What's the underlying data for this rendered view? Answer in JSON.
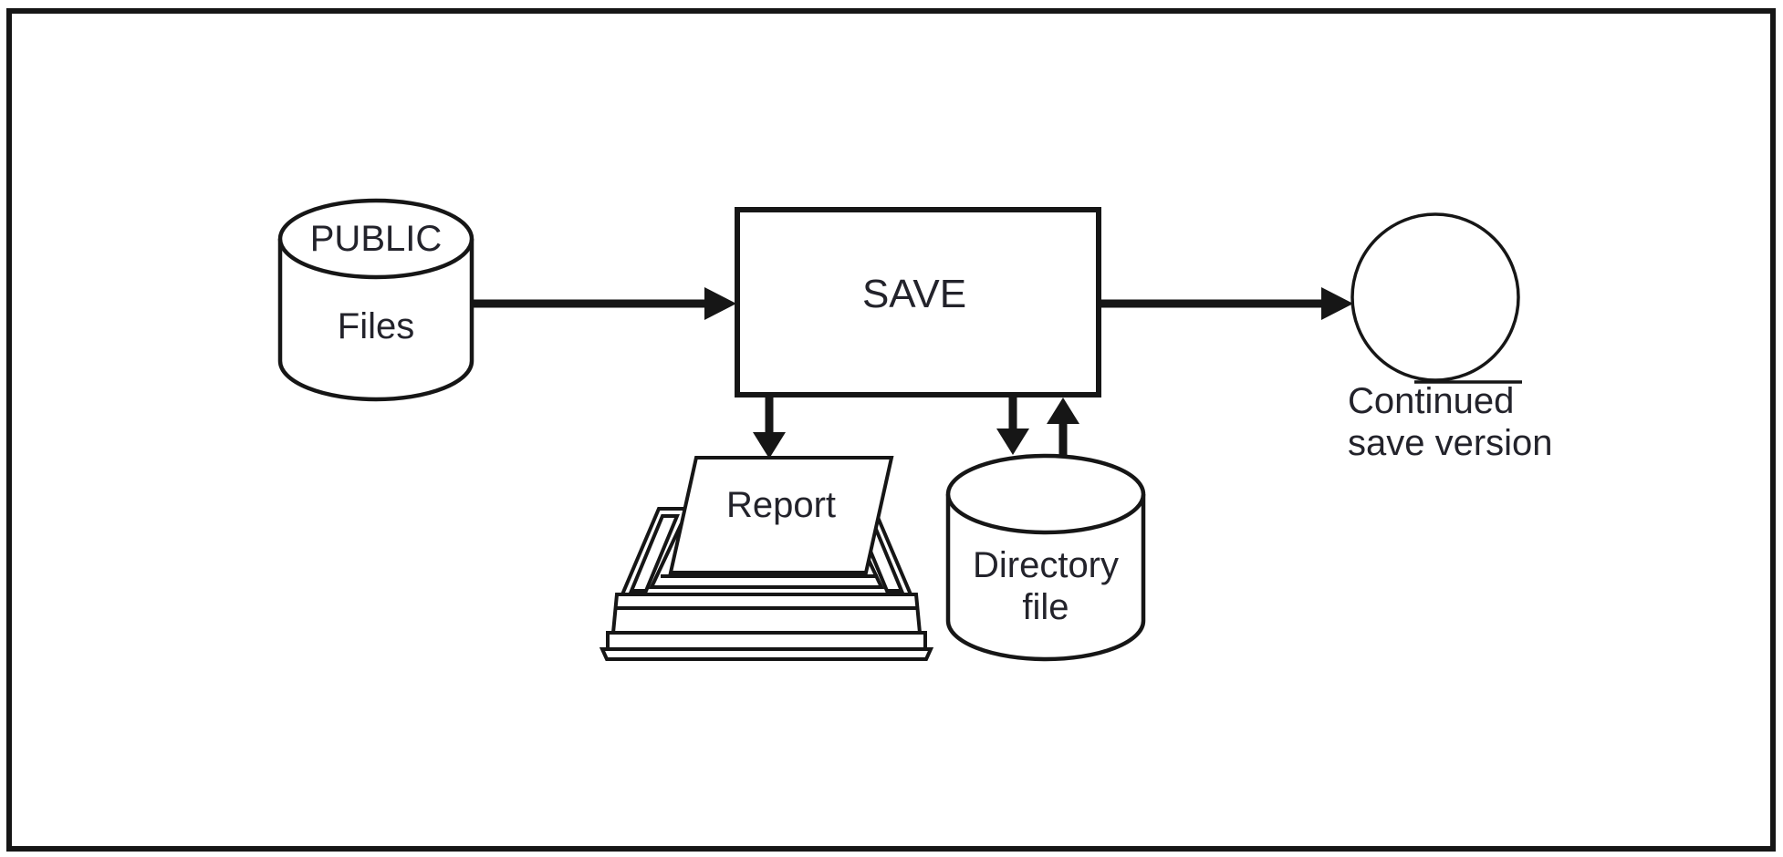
{
  "figure": {
    "type": "flow-diagram",
    "colors": {
      "background": "#ffffff",
      "line": "#161616",
      "text": "#23232b"
    },
    "nodes": {
      "public_files": {
        "shape": "cylinder",
        "line1": "PUBLIC",
        "line2": "Files"
      },
      "save": {
        "shape": "rectangle",
        "label": "SAVE"
      },
      "report": {
        "shape": "printer",
        "label": "Report"
      },
      "directory_file": {
        "shape": "cylinder",
        "line1": "Directory",
        "line2": "file"
      },
      "continued_save": {
        "shape": "circle",
        "line1": "Continued",
        "line2": "save version"
      }
    },
    "edges": [
      {
        "from": "public_files",
        "to": "save",
        "direction": "right"
      },
      {
        "from": "save",
        "to": "continued_save",
        "direction": "right"
      },
      {
        "from": "save",
        "to": "report",
        "direction": "down"
      },
      {
        "from": "save",
        "to": "directory_file",
        "direction": "down"
      },
      {
        "from": "directory_file",
        "to": "save",
        "direction": "up"
      }
    ]
  }
}
